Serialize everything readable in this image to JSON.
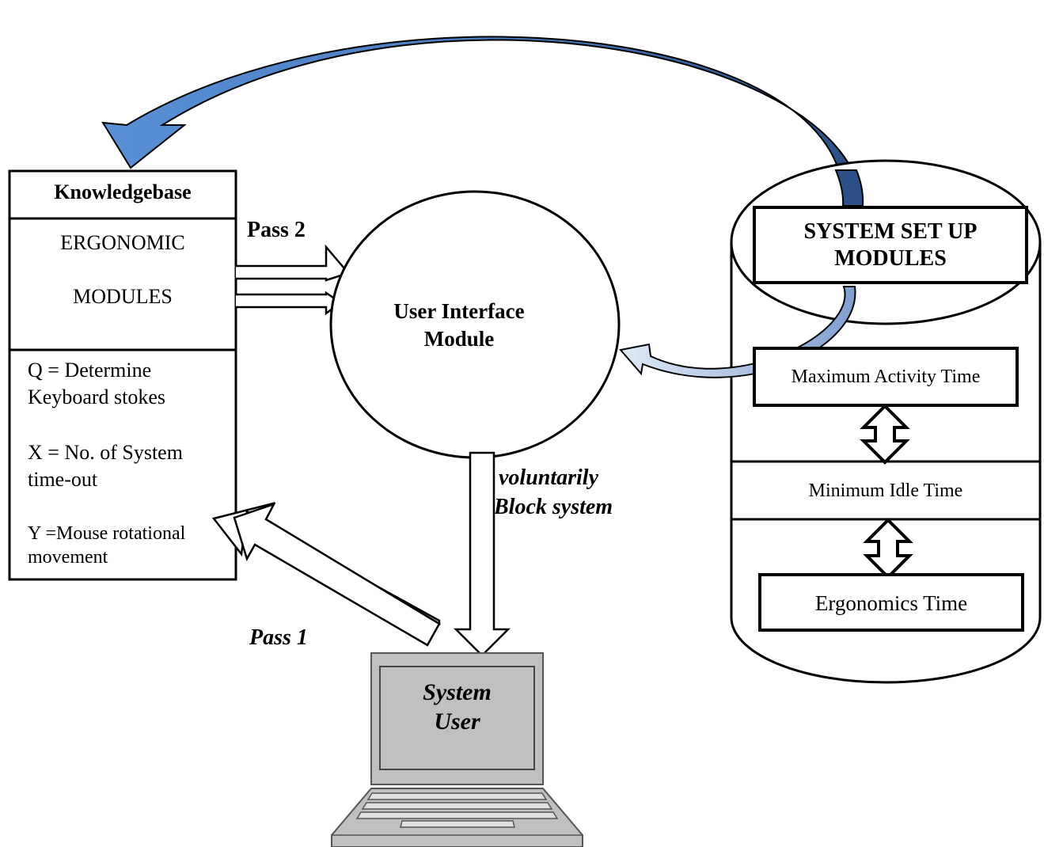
{
  "knowledgebase": {
    "title": "Knowledgebase",
    "modules_line1": "ERGONOMIC",
    "modules_line2": "MODULES",
    "q_line1": "Q = Determine",
    "q_line2": "Keyboard stokes",
    "x_line1": "X = No. of System",
    "x_line2": "time-out",
    "y_line1": "Y =Mouse rotational",
    "y_line2": "movement"
  },
  "labels": {
    "pass2": "Pass 2",
    "pass1": "Pass 1",
    "voluntarily": "voluntarily",
    "block_system": "Block system"
  },
  "ui_module": {
    "line1": "User Interface",
    "line2": "Module"
  },
  "setup": {
    "title_line1": "SYSTEM SET UP",
    "title_line2": "MODULES",
    "max_activity": "Maximum Activity Time",
    "min_idle": "Minimum Idle Time",
    "ergonomics": "Ergonomics Time"
  },
  "computer": {
    "line1": "System",
    "line2": "User"
  },
  "colors": {
    "arrow_blue": "#4a7cc0",
    "arrow_blue_dark": "#2b4f86",
    "arrow_light": "#b8cbe8",
    "computer_gray": "#c0c0c0"
  }
}
